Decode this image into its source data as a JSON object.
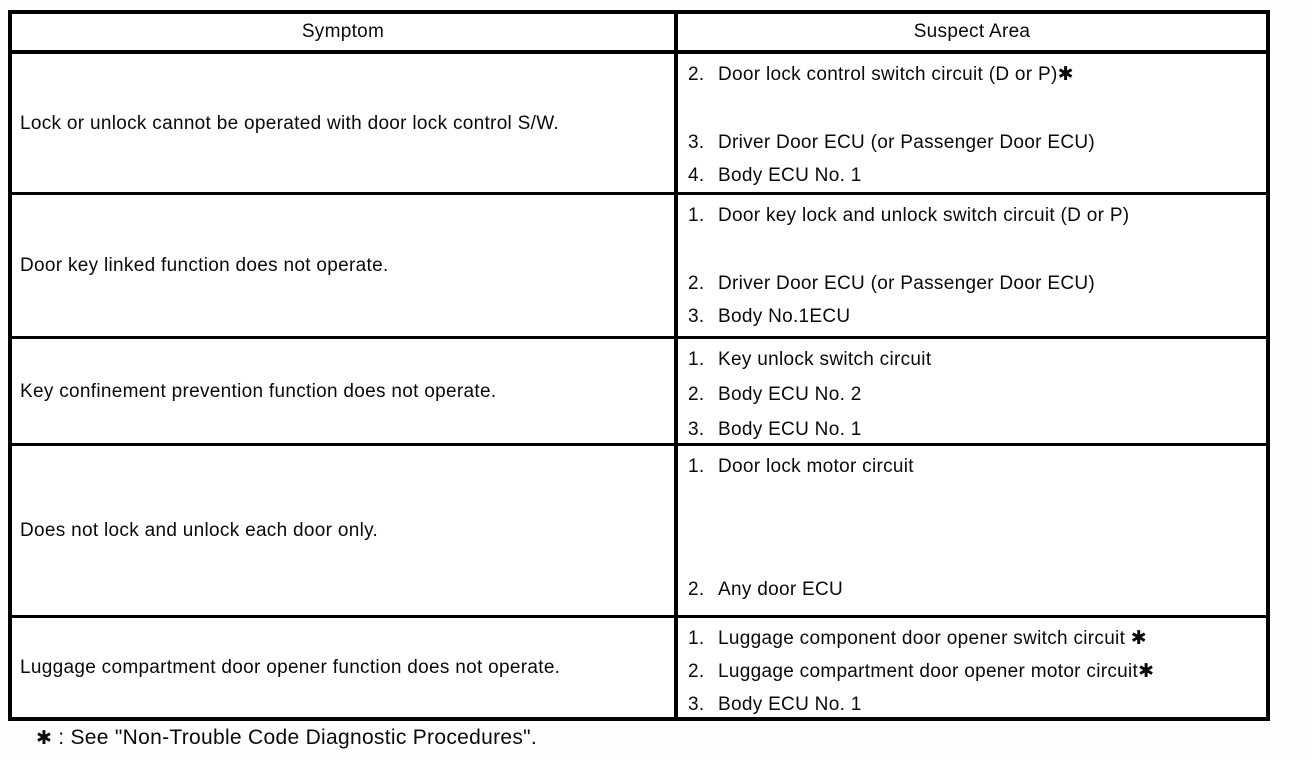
{
  "table": {
    "header": {
      "symptom": "Symptom",
      "suspect_area": "Suspect Area"
    },
    "rows": [
      {
        "symptom": "Lock or unlock cannot be operated with door lock control S/W.",
        "suspects": [
          {
            "num": "2.",
            "text": "Door lock control switch circuit (D or P)✱"
          },
          {
            "num": "3.",
            "text": "Driver Door ECU (or Passenger Door ECU)"
          },
          {
            "num": "4.",
            "text": "Body ECU No. 1"
          }
        ]
      },
      {
        "symptom": "Door key linked function does not operate.",
        "suspects": [
          {
            "num": "1.",
            "text": "Door key lock and unlock switch circuit (D or P)"
          },
          {
            "num": "2.",
            "text": "Driver Door ECU (or Passenger Door ECU)"
          },
          {
            "num": "3.",
            "text": "Body No.1ECU"
          }
        ]
      },
      {
        "symptom": "Key confinement prevention function does not operate.",
        "suspects": [
          {
            "num": "1.",
            "text": "Key unlock switch circuit"
          },
          {
            "num": "2.",
            "text": "Body ECU No. 2"
          },
          {
            "num": "3.",
            "text": "Body ECU No. 1"
          }
        ]
      },
      {
        "symptom": "Does not lock and unlock each door only.",
        "suspects": [
          {
            "num": "1.",
            "text": "Door lock motor circuit"
          },
          {
            "num": "2.",
            "text": "Any door ECU"
          }
        ]
      },
      {
        "symptom": "Luggage compartment door opener function does not operate.",
        "suspects": [
          {
            "num": "1.",
            "text": "Luggage component door opener switch circuit ✱"
          },
          {
            "num": "2.",
            "text": "Luggage compartment door opener motor circuit✱"
          },
          {
            "num": "3.",
            "text": "Body ECU No. 1"
          }
        ]
      }
    ],
    "footnote": {
      "marker": "✱",
      "text": ": See \"Non-Trouble Code Diagnostic Procedures\"."
    }
  }
}
